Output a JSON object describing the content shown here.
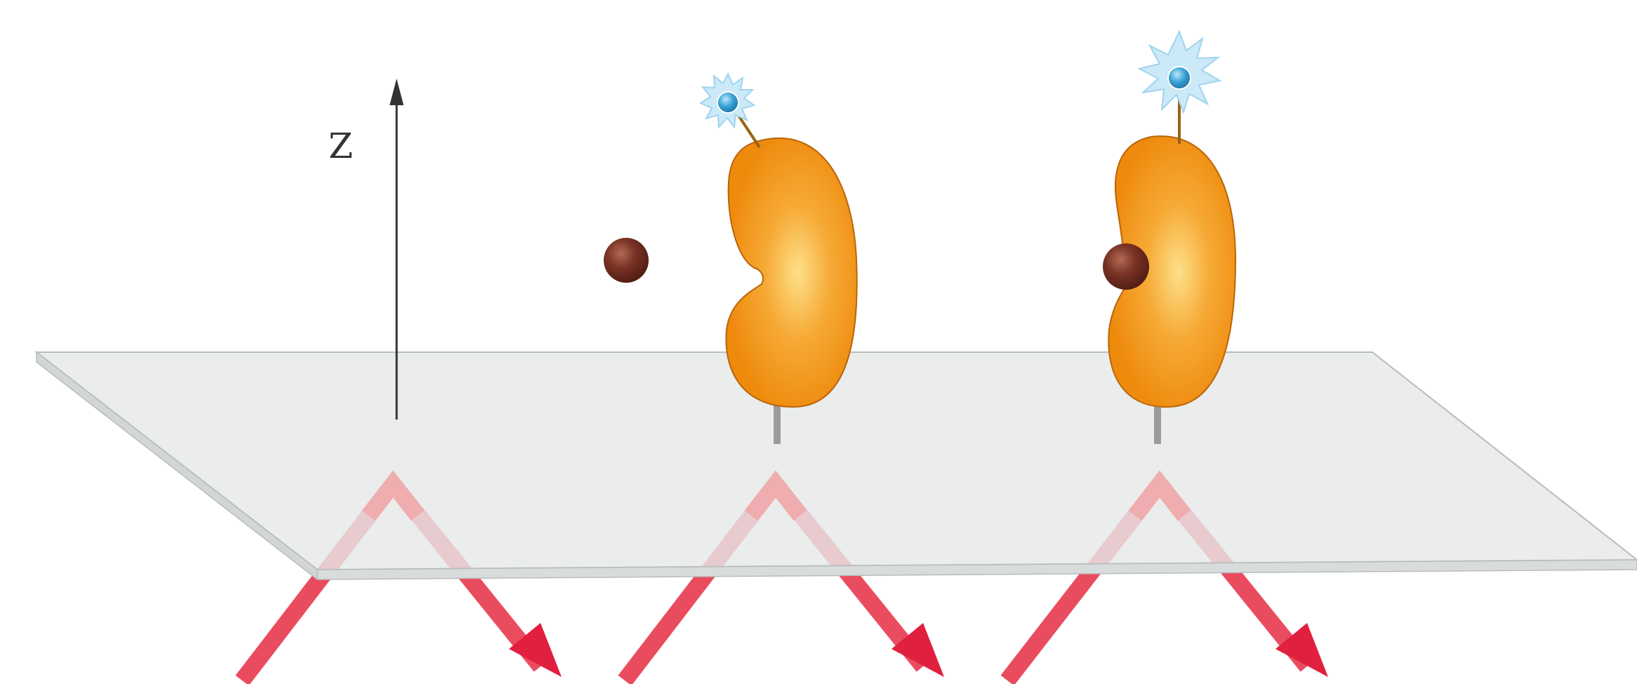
{
  "axis": {
    "label": "Z"
  },
  "colors": {
    "background": "#ffffff",
    "glass_slide": "#e6e8e8",
    "protein": "#f0900c",
    "ligand": "#6e2b1d",
    "fluorophore": "#3aa6d8",
    "fluorophore_glow": "#cbe9f7",
    "laser_beam": "#e8384e",
    "axis": "#333333"
  },
  "elements": {
    "protein_icon": "kidney-shaped-protein",
    "ligand_icon": "ligand-sphere",
    "fluorophore_icon": "fluorophore-star",
    "beam_icon": "total-internal-reflection-beam"
  }
}
